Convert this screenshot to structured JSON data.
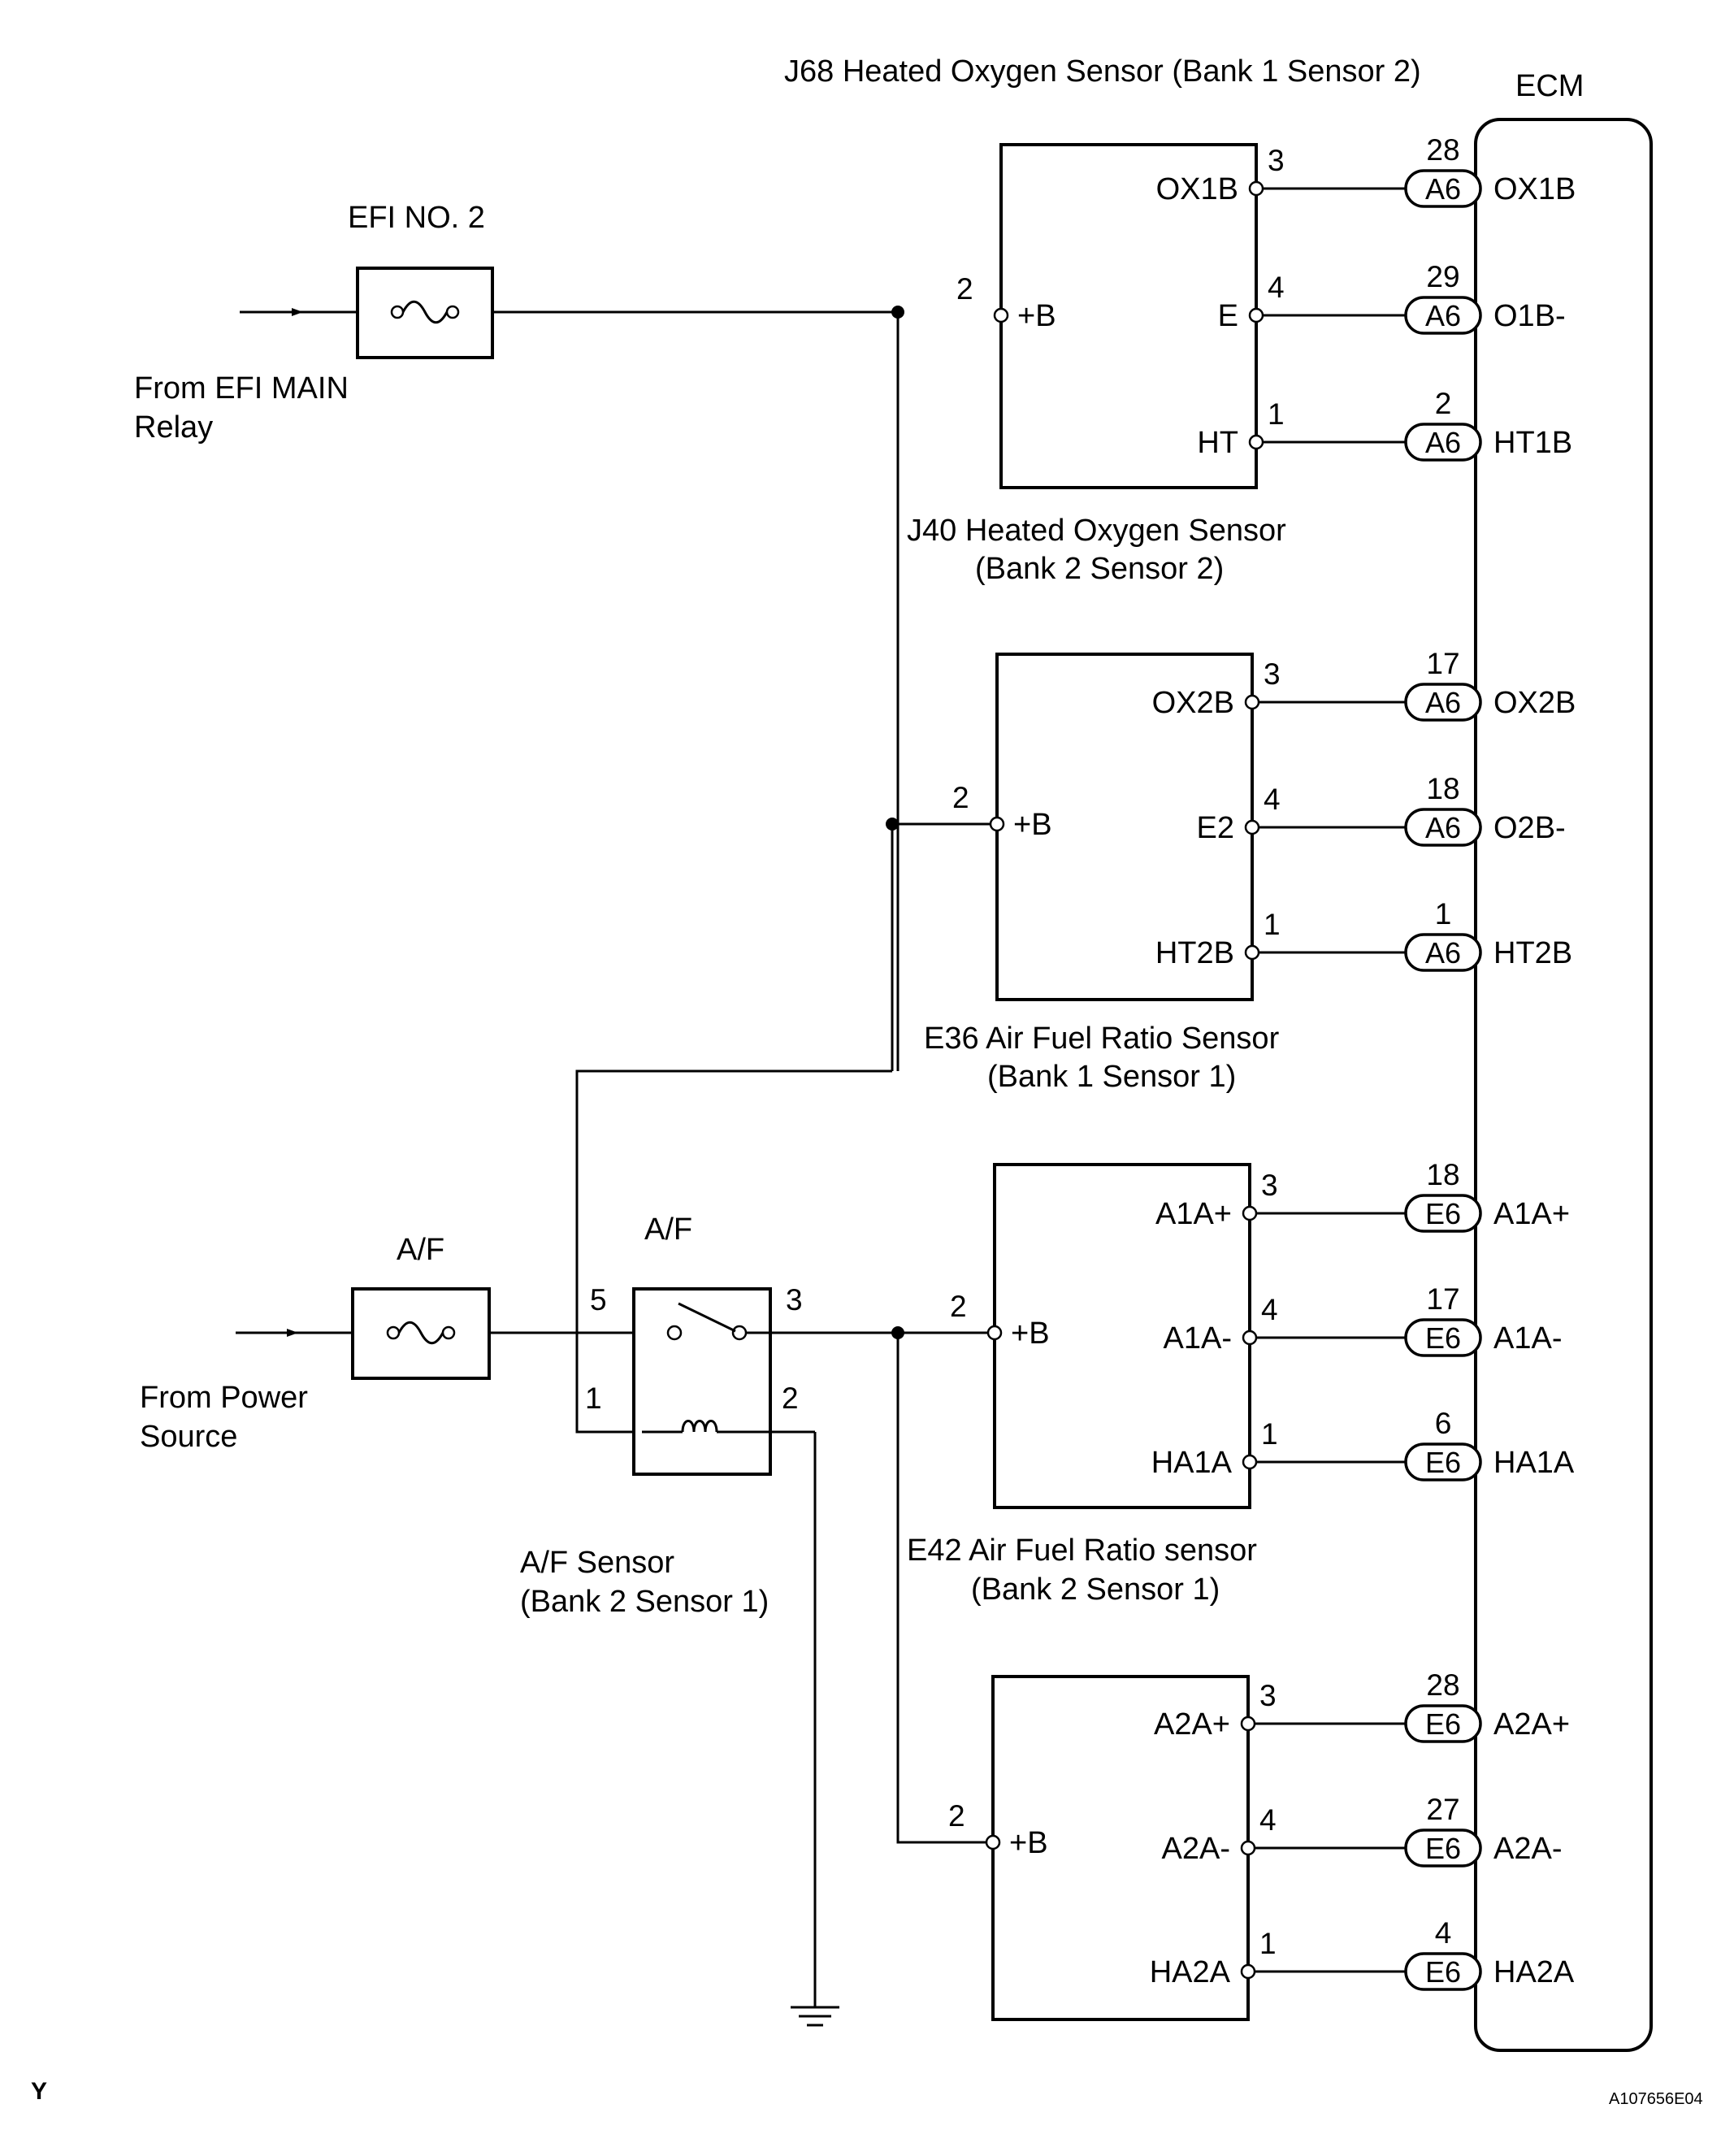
{
  "ecm": {
    "label": "ECM"
  },
  "fuses": {
    "efi": {
      "label": "EFI NO. 2",
      "source_lines": [
        "From EFI MAIN",
        "Relay"
      ]
    },
    "af": {
      "label": "A/F",
      "source_lines": [
        "From Power",
        "Source"
      ]
    }
  },
  "relay": {
    "label": "A/F",
    "pins": [
      "5",
      "3",
      "1",
      "2"
    ]
  },
  "sensors": [
    {
      "id": "J68",
      "title_lines": [
        "J68  Heated Oxygen Sensor (Bank 1 Sensor 2)"
      ],
      "bplus_pin": "2",
      "bplus_label": "+B",
      "terminals": [
        {
          "label": "OX1B",
          "pin": "3",
          "ecm_pin": "28",
          "connector": "A6",
          "ecm_label": "OX1B"
        },
        {
          "label": "E",
          "pin": "4",
          "ecm_pin": "29",
          "connector": "A6",
          "ecm_label": "O1B-"
        },
        {
          "label": "HT",
          "pin": "1",
          "ecm_pin": "2",
          "connector": "A6",
          "ecm_label": "HT1B"
        }
      ]
    },
    {
      "id": "J40",
      "title_lines": [
        "J40  Heated Oxygen Sensor",
        "(Bank 2 Sensor 2)"
      ],
      "bplus_pin": "2",
      "bplus_label": "+B",
      "terminals": [
        {
          "label": "OX2B",
          "pin": "3",
          "ecm_pin": "17",
          "connector": "A6",
          "ecm_label": "OX2B"
        },
        {
          "label": "E2",
          "pin": "4",
          "ecm_pin": "18",
          "connector": "A6",
          "ecm_label": "O2B-"
        },
        {
          "label": "HT2B",
          "pin": "1",
          "ecm_pin": "1",
          "connector": "A6",
          "ecm_label": "HT2B"
        }
      ]
    },
    {
      "id": "E36",
      "title_lines": [
        "E36 Air Fuel Ratio Sensor",
        "(Bank 1 Sensor 1)"
      ],
      "bplus_pin": "2",
      "bplus_label": "+B",
      "terminals": [
        {
          "label": "A1A+",
          "pin": "3",
          "ecm_pin": "18",
          "connector": "E6",
          "ecm_label": "A1A+"
        },
        {
          "label": "A1A-",
          "pin": "4",
          "ecm_pin": "17",
          "connector": "E6",
          "ecm_label": "A1A-"
        },
        {
          "label": "HA1A",
          "pin": "1",
          "ecm_pin": "6",
          "connector": "E6",
          "ecm_label": "HA1A"
        }
      ]
    },
    {
      "id": "E42",
      "title_lines": [
        "E42 Air Fuel Ratio sensor",
        "(Bank 2 Sensor 1)"
      ],
      "bplus_pin": "2",
      "bplus_label": "+B",
      "terminals": [
        {
          "label": "A2A+",
          "pin": "3",
          "ecm_pin": "28",
          "connector": "E6",
          "ecm_label": "A2A+"
        },
        {
          "label": "A2A-",
          "pin": "4",
          "ecm_pin": "27",
          "connector": "E6",
          "ecm_label": "A2A-"
        },
        {
          "label": "HA2A",
          "pin": "1",
          "ecm_pin": "4",
          "connector": "E6",
          "ecm_label": "HA2A"
        }
      ]
    }
  ],
  "af_sensor_note": [
    "A/F Sensor",
    "(Bank 2 Sensor 1)"
  ],
  "corner_left": "Y",
  "corner_right": "A107656E04"
}
